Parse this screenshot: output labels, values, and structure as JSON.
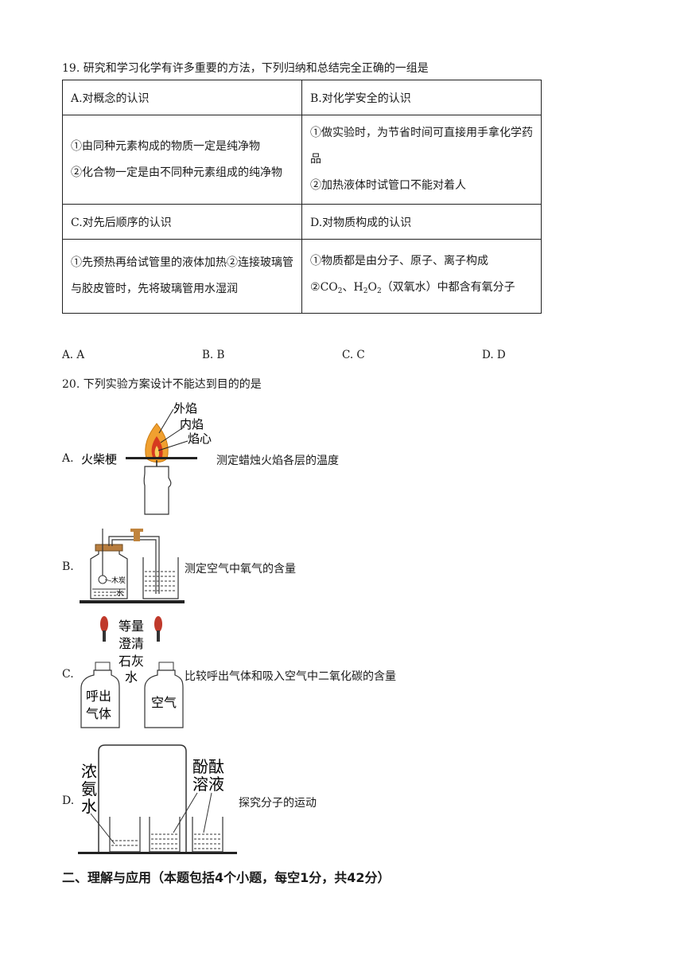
{
  "q19": {
    "title": "19. 研究和学习化学有许多重要的方法，下列归纳和总结完全正确的一组是",
    "cells": {
      "a_head": "A.对概念的认识",
      "a_l1": "①由同种元素构成的物质一定是纯净物",
      "a_l2": "②化合物一定是由不同种元素组成的纯净物",
      "b_head": "B.对化学安全的认识",
      "b_l1": "①做实验时，为节省时间可直接用手拿化学药品",
      "b_l2": "②加热液体时试管口不能对着人",
      "c_head": "C.对先后顺序的认识",
      "c_l1": "①先预热再给试管里的液体加热②连接玻璃管与胶皮管时，先将玻璃管用水湿润",
      "d_head": "D.对物质构成的认识",
      "d_l1": "①物质都是由分子、原子、离子构成",
      "d_l2_pre": "②",
      "d_co2_main": "CO",
      "d_co2_sub": "2",
      "d_sep": "、",
      "d_h2o2_h": "H",
      "d_h2o2_sub1": "2",
      "d_h2o2_o": "O",
      "d_h2o2_sub2": "2",
      "d_l2_post": "（双氧水）中都含有氧分子"
    },
    "choices": [
      "A. A",
      "B. B",
      "C. C",
      "D. D"
    ]
  },
  "q20": {
    "title": "20. 下列实验方案设计不能达到目的的是",
    "options": [
      {
        "letter": "A.",
        "desc": "测定蜡烛火焰各层的温度",
        "labels": {
          "outer": "外焰",
          "inner": "内焰",
          "core": "焰心",
          "match": "火柴梗"
        }
      },
      {
        "letter": "B.",
        "desc": "测定空气中氧气的含量",
        "labels": {
          "charcoal": "木炭",
          "water": "水"
        }
      },
      {
        "letter": "C.",
        "desc": "比较呼出气体和吸入空气中二氧化碳的含量",
        "labels": {
          "l1": "等量",
          "l2": "澄清",
          "l3": "石灰",
          "l4": "水",
          "bottle1a": "呼出",
          "bottle1b": "气体",
          "bottle2": "空气"
        }
      },
      {
        "letter": "D.",
        "desc": "探究分子的运动",
        "labels": {
          "left1": "浓",
          "left2": "氨",
          "left3": "水",
          "right1": "酚酞",
          "right2": "溶液"
        }
      }
    ]
  },
  "section2": "二、理解与应用（本题包括4个小题，每空1分，共42分）",
  "colors": {
    "flame": "#f0a030",
    "dropper_bulb": "#c0392b",
    "tap": "#c0843d",
    "line": "#222222"
  }
}
